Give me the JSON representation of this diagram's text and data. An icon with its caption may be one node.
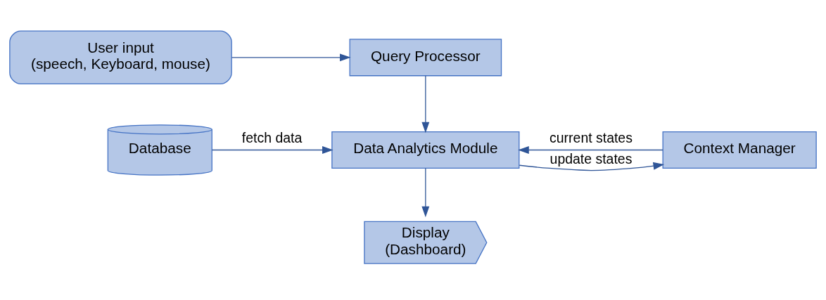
{
  "diagram": {
    "nodes": [
      {
        "text": [
          "User input",
          "(speech, Keyboard, mouse)"
        ]
      },
      {
        "text": [
          "Query Processor"
        ]
      },
      {
        "text": [
          "Context Manager"
        ]
      },
      {
        "text": [
          "Data Analytics Module"
        ]
      },
      {
        "text": [
          "Database"
        ]
      },
      {
        "text": [
          "Display",
          "(Dashboard)"
        ]
      }
    ],
    "edges": [
      {
        "from": 0,
        "to": 1,
        "arrow": "to"
      },
      {
        "from": 1,
        "to": 3,
        "arrow": "to"
      },
      {
        "from": 2,
        "to": 3,
        "arrow": "to",
        "label": "current states"
      },
      {
        "from": 3,
        "to": 2,
        "arrow": "to",
        "label": "update states"
      },
      {
        "from": 4,
        "to": 3,
        "arrow": "to",
        "label": "fetch data"
      },
      {
        "from": 3,
        "to": 5,
        "arrow": "to"
      }
    ]
  }
}
